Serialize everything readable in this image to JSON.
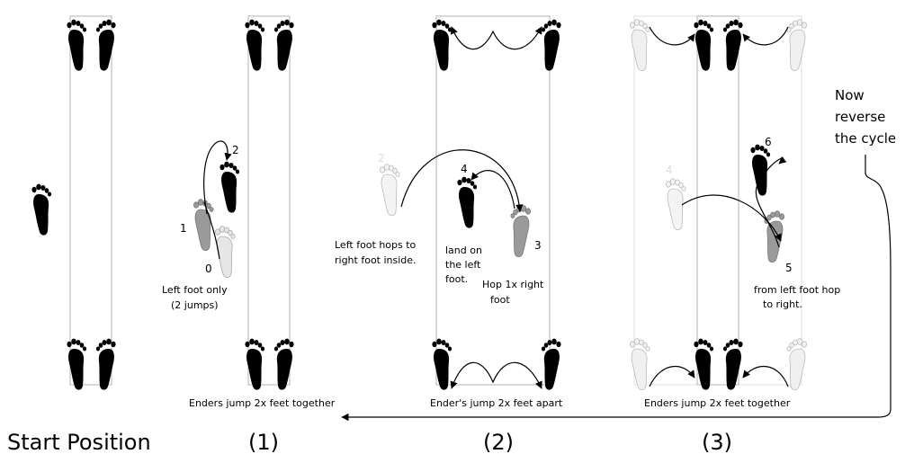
{
  "panels": {
    "start": {
      "title": "Start Position"
    },
    "p1": {
      "title": "(1)",
      "caption": "Enders jump 2x feet together",
      "note_line1": "Left foot only",
      "note_line2": "(2 jumps)",
      "step0": "0",
      "step1": "1",
      "step2": "2"
    },
    "p2": {
      "title": "(2)",
      "caption": "Ender's jump 2x feet apart",
      "left_line1": "Left foot hops to",
      "left_line2": "right foot inside.",
      "land_line1": "land on",
      "land_line2": "the left",
      "land_line3": "foot.",
      "hop_line1": "Hop 1x right",
      "hop_line2": "foot",
      "step2": "2",
      "step3": "3",
      "step4": "4"
    },
    "p3": {
      "title": "(3)",
      "caption": "Enders jump 2x feet together",
      "from_line1": "from left foot hop",
      "from_line2": "to right.",
      "step4": "4",
      "step5": "5",
      "step6": "6"
    }
  },
  "side_note": {
    "line1": "Now",
    "line2": "reverse",
    "line3": "the cycle"
  },
  "colors": {
    "foot_dark": "#000000",
    "foot_mid": "#999999",
    "foot_light": "#dddddd",
    "rope": "#c0c0c0"
  }
}
